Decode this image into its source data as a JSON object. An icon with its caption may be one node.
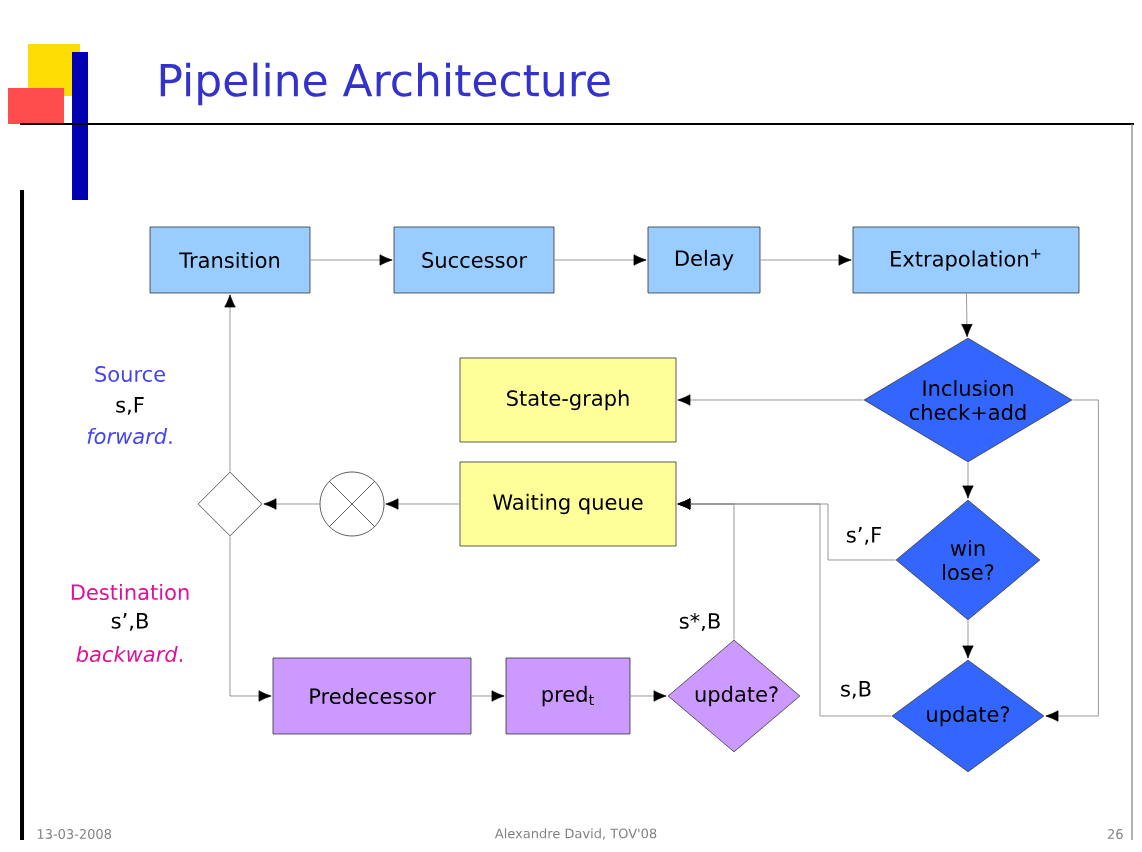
{
  "diagram": {
    "title": "Pipeline Architecture",
    "nodes": [
      {
        "text": [
          "Transition"
        ]
      },
      {
        "text": [
          "Successor"
        ]
      },
      {
        "text": [
          "Delay"
        ]
      },
      {
        "text": [
          "Extrapolation$^{+}$"
        ]
      },
      {
        "text": [
          "Inclusion check+add"
        ]
      },
      {
        "text": [
          "State-graph"
        ]
      },
      {
        "text": [
          "Waiting queue"
        ]
      },
      {
        "text": [],
        "shape": "circle"
      },
      {
        "text": [],
        "shape": "diamond"
      },
      {
        "text": [
          "win lose?"
        ]
      },
      {
        "text": [
          "update?"
        ]
      },
      {
        "text": [
          "Predecessor"
        ]
      },
      {
        "text": [
          "pred$_{t}$"
        ]
      },
      {
        "text": [
          "update?"
        ]
      }
    ],
    "edges": [
      {
        "from": 0,
        "to": 1,
        "arrow": "to"
      },
      {
        "from": 1,
        "to": 2,
        "arrow": "to"
      },
      {
        "from": 2,
        "to": 3,
        "arrow": "to"
      },
      {
        "from": 3,
        "to": 4,
        "arrow": "to"
      },
      {
        "from": 4,
        "to": 5,
        "arrow": "to"
      },
      {
        "from": 4,
        "to": 9,
        "arrow": "to"
      },
      {
        "from": 4,
        "to": 10,
        "arrow": "to"
      },
      {
        "from": 9,
        "to": 10,
        "arrow": "to"
      },
      {
        "from": 9,
        "to": 6,
        "arrow": "to",
        "label": "s’,F"
      },
      {
        "from": 10,
        "to": 6,
        "arrow": "to",
        "label": "s,B"
      },
      {
        "from": 13,
        "to": 6,
        "arrow": "to",
        "label": "s*,B"
      },
      {
        "from": 6,
        "to": 7,
        "arrow": "to"
      },
      {
        "from": 7,
        "to": 8,
        "arrow": "to"
      },
      {
        "from": 8,
        "to": 0,
        "arrow": "to"
      },
      {
        "from": 8,
        "to": 11,
        "arrow": "to"
      },
      {
        "from": 11,
        "to": 12,
        "arrow": "to"
      },
      {
        "from": 12,
        "to": 13,
        "arrow": "to"
      }
    ],
    "labels": [
      "Source",
      "s,F",
      "*forward*.",
      "Destination",
      "s’,B",
      "*backward*.",
      "13-03-2008",
      "Alexandre David, TOV'08",
      "26"
    ]
  }
}
